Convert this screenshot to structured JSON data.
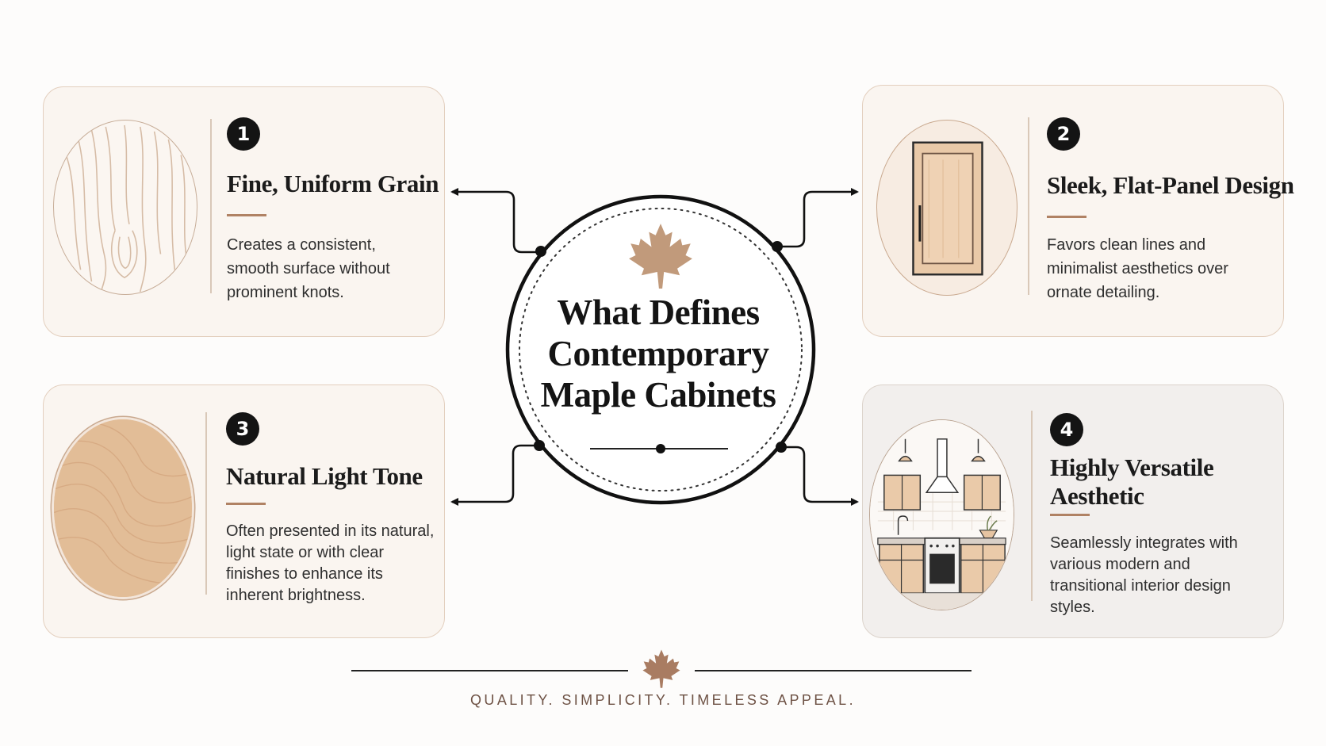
{
  "diagram": {
    "title": "What Defines Contemporary Maple Cabinets",
    "tagline": "QUALITY. SIMPLICITY. TIMELESS APPEAL.",
    "colors": {
      "accent": "#b08264",
      "leaf": "#c19a7b",
      "ink": "#141414",
      "card_bg": "#faf5f0",
      "card_border": "#e3cfbe"
    },
    "cards": [
      {
        "number": "1",
        "title": "Fine, Uniform Grain",
        "description": "Creates a consistent, smooth surface without prominent knots.",
        "icon": "wood-grain-icon"
      },
      {
        "number": "2",
        "title": "Sleek, Flat-Panel Design",
        "description": "Favors clean lines and minimalist aesthetics over ornate detailing.",
        "icon": "cabinet-door-icon"
      },
      {
        "number": "3",
        "title": "Natural Light Tone",
        "description": "Often presented in its natural, light state or with clear finishes to enhance its inherent brightness.",
        "icon": "maple-veneer-icon"
      },
      {
        "number": "4",
        "title": "Highly Versatile Aesthetic",
        "description": "Seamlessly integrates with various modern and transitional interior design styles.",
        "icon": "kitchen-scene-icon"
      }
    ]
  }
}
